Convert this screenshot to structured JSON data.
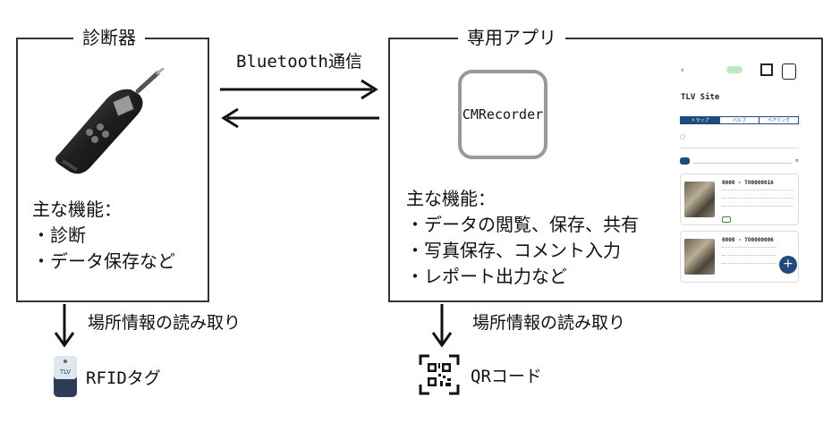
{
  "device": {
    "title": "診断器",
    "features_heading": "主な機能：",
    "features": [
      "・診断",
      "・データ保存など"
    ]
  },
  "app": {
    "title": "専用アプリ",
    "icon_label": "CMRecorder",
    "features_heading": "主な機能：",
    "features": [
      "・データの閲覧、保存、共有",
      "・写真保存、コメント入力",
      "・レポート出力など"
    ]
  },
  "link": {
    "label": "Bluetooth通信"
  },
  "left_read": {
    "caption": "場所情報の読み取り",
    "target": "RFIDタグ"
  },
  "right_read": {
    "caption": "場所情報の読み取り",
    "target": "QRコード"
  },
  "phone": {
    "site_title": "TLV Site",
    "tabs": [
      "トラップ",
      "バルブ",
      "ベアリング"
    ],
    "cards": [
      {
        "id": "0000 - TO0000016"
      },
      {
        "id": "0000 - TO0000006"
      }
    ],
    "fab": "+"
  },
  "colors": {
    "frame": "#333333",
    "app_icon_border": "#999999",
    "arrow": "#111111",
    "accent": "#1f4b7a"
  }
}
